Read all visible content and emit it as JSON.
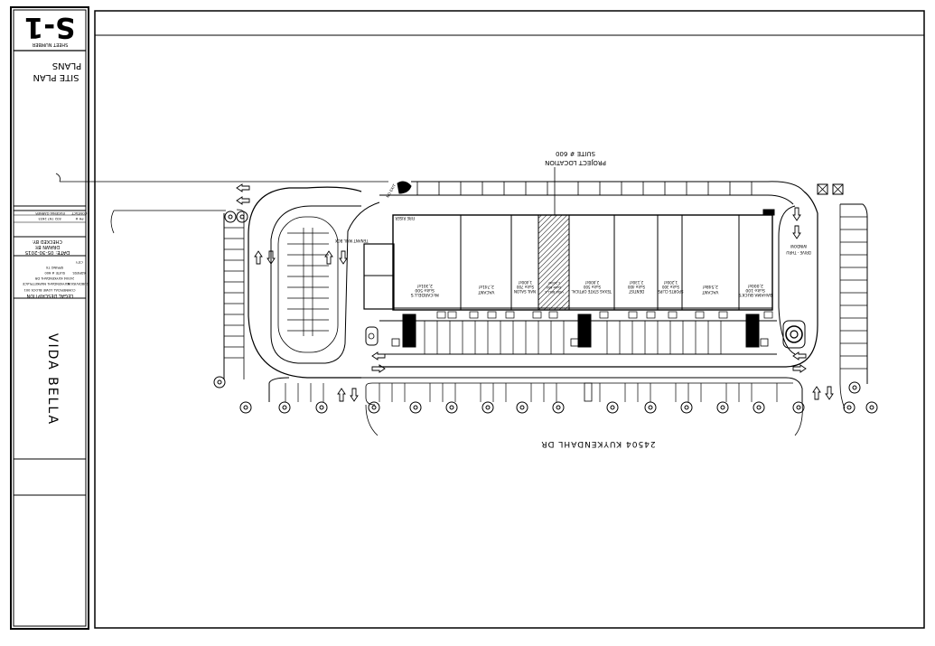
{
  "title_block": {
    "sheet_number": "S-1",
    "sheet_number_label": "SHEET NUMBER",
    "sheet_title_line1": "SITE PLAN",
    "sheet_title_line2": "PLANS",
    "contact_header": "CONTACT",
    "contact_name": "EUGENIA GARNER",
    "phone_header": "PH #",
    "phone_number": "832 767 2633",
    "checked_by": "CHECKED BY:",
    "drawn_by": "DRAWN BY:",
    "date": "DATE: 05-30-2015",
    "city_label": "CITY",
    "city_value": "SPRING TX",
    "address_label": "ADRESS",
    "address_value": "24504 KUYKENDAHL DR",
    "suite_value": "SUITE # 600",
    "subdivision_label": "SUBDIVISION",
    "subdivision_value": "KUYKENDAHL MARKETPLACE",
    "commercial_reserve": "COMMERCIAL LOWE BLOCK 001",
    "legal_description": "LEGAL DESCRIPTION",
    "project_name": "VIDA BELLA"
  },
  "plan": {
    "project_location_line1": "PROJECT LOCATION",
    "project_location_line2": "SUITE # 600",
    "street_label": "24504 KUYKENDAHL DR",
    "tenant_mail_box": "TENANT MAIL BOX",
    "drive_thru": "DRIVE - THRU",
    "window": "WINDOW",
    "no_exit": "NO EXIT",
    "fire_riser": "FIRE RISER",
    "units": [
      {
        "tenant": "McCARDELL'S",
        "suite": "Suite 500",
        "area": "2,301sf"
      },
      {
        "tenant": "VACANT",
        "suite": "",
        "area": "2,741sf"
      },
      {
        "tenant": "NAIL SALON",
        "suite": "Suite 700",
        "area": "1,400sf"
      },
      {
        "tenant": "VIDA BELLA",
        "suite": "Suite 600",
        "area": "1,200sf"
      },
      {
        "tenant": "TEXAS STATE OPTICAL",
        "suite": "Suite 500",
        "area": "2,000sf"
      },
      {
        "tenant": "DENTIST",
        "suite": "Suite 400",
        "area": "2,130sf"
      },
      {
        "tenant": "SPORTS CLIPS",
        "suite": "Suite 300",
        "area": "1,200sf"
      },
      {
        "tenant": "VACANT",
        "suite": "",
        "area": "2,548sf"
      },
      {
        "tenant": "BAHAMA BUCK'S",
        "suite": "Suite 100",
        "area": "2,000sf"
      }
    ]
  }
}
